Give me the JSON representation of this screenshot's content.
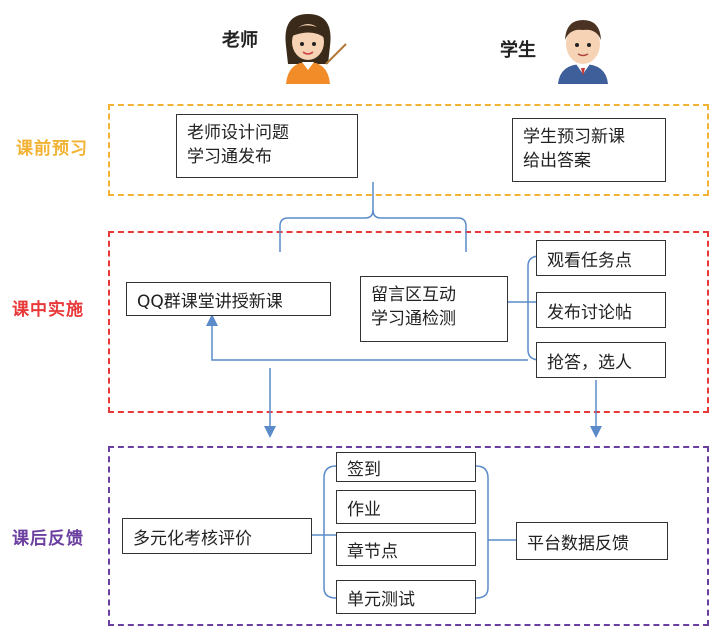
{
  "header": {
    "teacher": "老师",
    "student": "学生"
  },
  "phases": [
    {
      "label": "课前预习",
      "color": "#F2B233"
    },
    {
      "label": "课中实施",
      "color": "#E8393A"
    },
    {
      "label": "课后反馈",
      "color": "#6B3FA0"
    }
  ],
  "pre": {
    "teacher_box": [
      "老师设计问题",
      "学习通发布"
    ],
    "student_box": [
      "学生预习新课",
      "给出答案"
    ]
  },
  "during": {
    "qq_box": "QQ群课堂讲授新课",
    "comment_box": [
      "留言区互动",
      "学习通检测"
    ],
    "tasks": [
      "观看任务点",
      "发布讨论帖",
      "抢答，选人"
    ]
  },
  "after": {
    "eval_box": "多元化考核评价",
    "items": [
      "签到",
      "作业",
      "章节点",
      "单元测试"
    ],
    "feedback_box": "平台数据反馈"
  },
  "colors": {
    "arrow": "#5B8BC9",
    "box_border": "#333333"
  }
}
